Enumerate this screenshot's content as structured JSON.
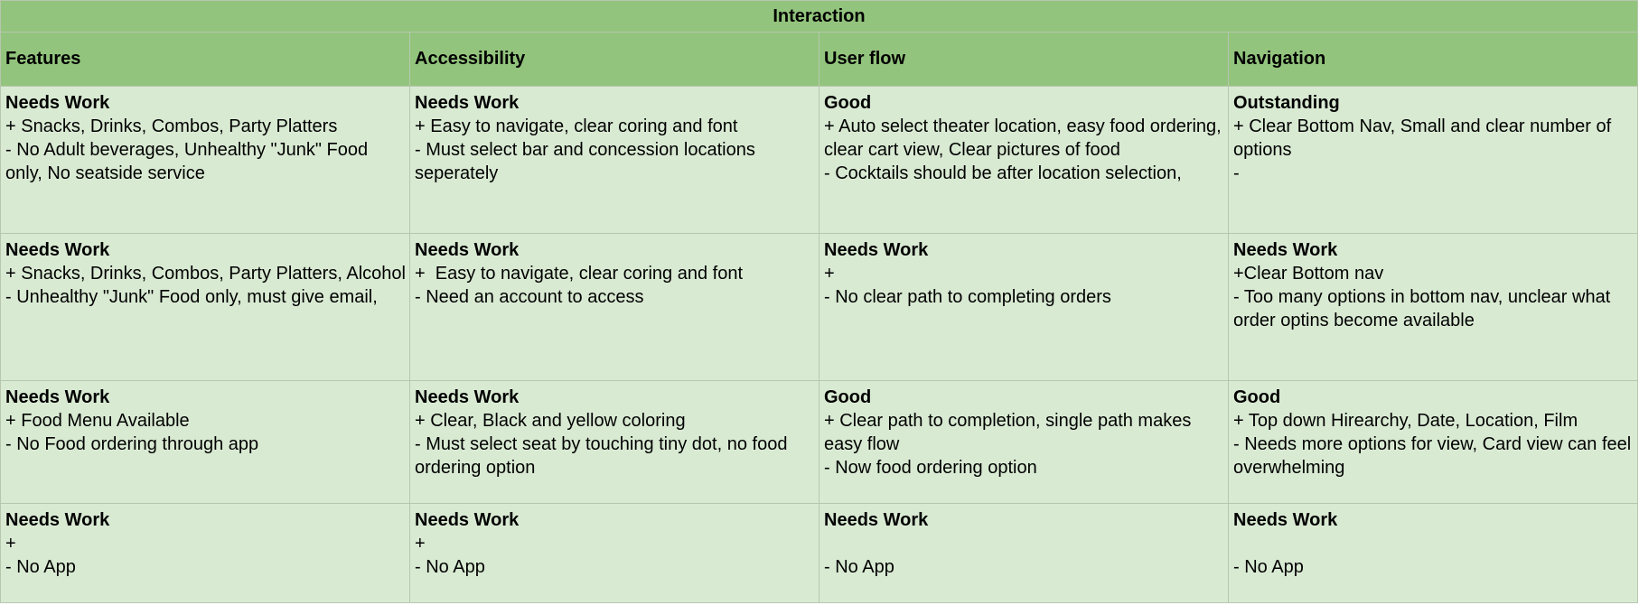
{
  "sheet": {
    "title": "Interaction",
    "columns": [
      "Features",
      "Accessibility",
      "User flow",
      "Navigation"
    ],
    "rows": [
      [
        {
          "rating": "Needs Work",
          "lines": [
            "+ Snacks, Drinks, Combos, Party Platters",
            "- No Adult beverages, Unhealthy \"Junk\" Food only, No seatside service"
          ]
        },
        {
          "rating": "Needs Work",
          "lines": [
            "+ Easy to navigate, clear coring and font",
            "- Must select bar and concession locations seperately"
          ]
        },
        {
          "rating": "Good",
          "lines": [
            "+ Auto select theater location, easy food ordering, clear cart view, Clear pictures of food",
            "- Cocktails should be after location selection,"
          ]
        },
        {
          "rating": "Outstanding",
          "lines": [
            "+ Clear Bottom Nav, Small and clear number of options",
            "-"
          ]
        }
      ],
      [
        {
          "rating": "Needs Work",
          "lines": [
            "+ Snacks, Drinks, Combos, Party Platters, Alcohol",
            "- Unhealthy \"Junk\" Food only, must give email,"
          ]
        },
        {
          "rating": "Needs Work",
          "lines": [
            "+  Easy to navigate, clear coring and font",
            "- Need an account to access"
          ]
        },
        {
          "rating": "Needs Work",
          "lines": [
            "+",
            "- No clear path to completing orders"
          ]
        },
        {
          "rating": "Needs Work",
          "lines": [
            "+Clear Bottom nav",
            "- Too many options in bottom nav, unclear what order optins become available"
          ]
        }
      ],
      [
        {
          "rating": "Needs Work",
          "lines": [
            "+ Food Menu Available",
            "- No Food ordering through app"
          ]
        },
        {
          "rating": "Needs Work",
          "lines": [
            "+ Clear, Black and yellow coloring",
            "- Must select seat by touching tiny dot, no food ordering option"
          ]
        },
        {
          "rating": "Good",
          "lines": [
            "+ Clear path to completion, single path makes easy flow",
            "- Now food ordering option"
          ]
        },
        {
          "rating": "Good",
          "lines": [
            "+ Top down Hirearchy, Date, Location, Film",
            "- Needs more options for view, Card view can feel overwhelming"
          ]
        }
      ],
      [
        {
          "rating": "Needs Work",
          "lines": [
            "+",
            "- No App"
          ]
        },
        {
          "rating": "Needs Work",
          "lines": [
            "+",
            "- No App"
          ]
        },
        {
          "rating": "Needs Work",
          "lines": [
            "",
            "- No App"
          ]
        },
        {
          "rating": "Needs Work",
          "lines": [
            "",
            "- No App"
          ]
        }
      ]
    ]
  }
}
